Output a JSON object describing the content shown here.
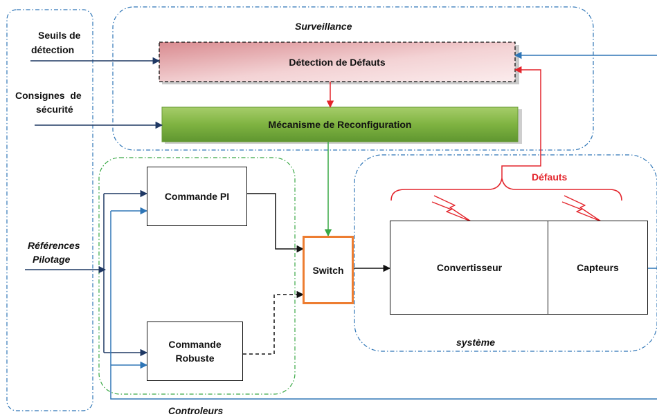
{
  "groups": {
    "surveillance": "Surveillance",
    "controleurs": "Controleurs",
    "systeme": "système"
  },
  "inputs": {
    "seuils_line1": "Seuils de",
    "seuils_line2": "détection",
    "consignes_line1": "Consignes  de",
    "consignes_line2": "sécurité",
    "references_line1": "Références",
    "references_line2": "Pilotage"
  },
  "blocks": {
    "detection": "Détection de Défauts",
    "reconfiguration": "Mécanisme de Reconfiguration",
    "commande_pi": "Commande PI",
    "commande_robuste_line1": "Commande",
    "commande_robuste_line2": "Robuste",
    "switch": "Switch",
    "convertisseur": "Convertisseur",
    "capteurs": "Capteurs"
  },
  "faults": {
    "label": "Défauts"
  },
  "colors": {
    "dark_blue": "#1f3864",
    "light_blue": "#2e75b6",
    "fault_red": "#e3242b",
    "green_line": "#39a845",
    "switch_orange": "#ed7d31",
    "detection_fill": "#e7a4a8",
    "reconfig_fill": "#82b444"
  }
}
